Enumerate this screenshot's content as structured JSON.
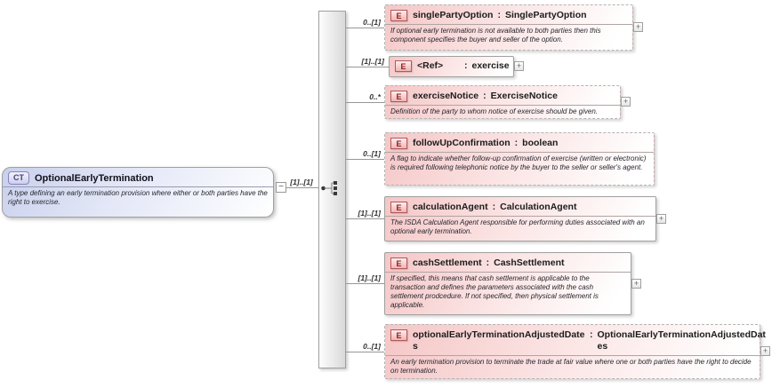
{
  "colors": {
    "element_fill_pink": "#f5c6c6",
    "complex_type_fill_blue": "#c9d0ec",
    "element_badge_border": "#b25959",
    "border_gray": "#a0a0a0"
  },
  "icons": {
    "expand": "+",
    "collapse": "−",
    "compositor": "sequence"
  },
  "type_separator": ":",
  "complex_type": {
    "badge": "CT",
    "name": "OptionalEarlyTermination",
    "description": "A type defining an early termination provision where either or both parties have the right to exercise.",
    "cardinality": "[1]..[1]"
  },
  "elements": [
    {
      "badge": "E",
      "name": "singlePartyOption",
      "type": "SinglePartyOption",
      "cardinality": "0..[1]",
      "note": "If optional early termination is not available to both parties then this component specifies the buyer and seller of the option."
    },
    {
      "badge": "E",
      "name": "<Ref>",
      "type": "exercise",
      "cardinality": "[1]..[1]",
      "note": ""
    },
    {
      "badge": "E",
      "name": "exerciseNotice",
      "type": "ExerciseNotice",
      "cardinality": "0..*",
      "note": "Definition of the party to whom notice of exercise should be given."
    },
    {
      "badge": "E",
      "name": "followUpConfirmation",
      "type": "boolean",
      "cardinality": "0..[1]",
      "note": "A flag to indicate whether follow-up confirmation of exercise (written or electronic) is required following telephonic notice by the buyer to the seller or seller's agent."
    },
    {
      "badge": "E",
      "name": "calculationAgent",
      "type": "CalculationAgent",
      "cardinality": "[1]..[1]",
      "note": "The ISDA Calculation Agent responsible for performing duties associated with an optional early termination."
    },
    {
      "badge": "E",
      "name": "cashSettlement",
      "type": "CashSettlement",
      "cardinality": "[1]..[1]",
      "note": "If specified, this means that cash settlement is applicable to the transaction and defines the parameters associated with the cash settlement prodcedure. If not specified, then physical settlement is applicable."
    },
    {
      "badge": "E",
      "name": "optionalEarlyTerminationAdjustedDates",
      "type": "OptionalEarlyTerminationAdjustedDates",
      "cardinality": "0..[1]",
      "note": "An early termination provision to terminate the trade at fair value where one or both parties have the right to decide on termination."
    }
  ]
}
